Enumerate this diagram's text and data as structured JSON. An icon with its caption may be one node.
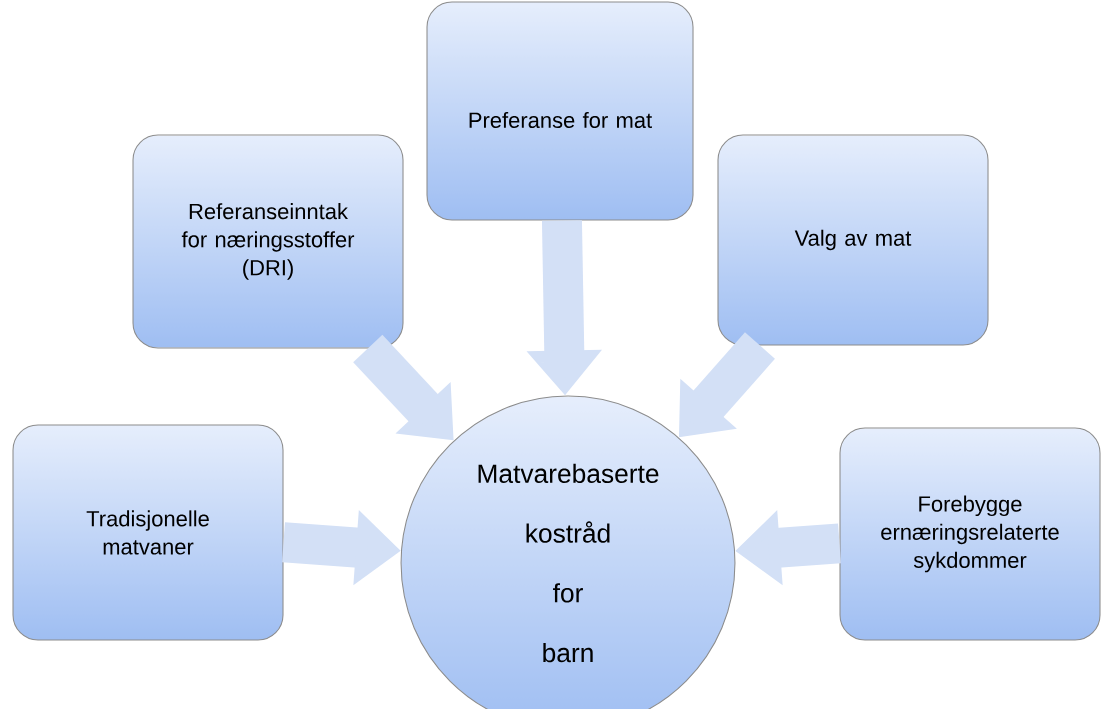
{
  "diagram": {
    "nodes": [
      {
        "text": [
          "Preferanse for mat"
        ]
      },
      {
        "text": [
          "Referanseinntak for næringsstoffer (DRI)"
        ]
      },
      {
        "text": [
          "Valg av mat"
        ]
      },
      {
        "text": [
          "Tradisjonelle matvaner"
        ]
      },
      {
        "text": [
          "Matvarebaserte kostråd for barn"
        ]
      },
      {
        "text": [
          "Forebygge ernæringsrelaterte sykdommer"
        ]
      }
    ],
    "edges": [
      {
        "from": 0,
        "to": 4,
        "arrow": "to"
      },
      {
        "from": 1,
        "to": 4,
        "arrow": "to"
      },
      {
        "from": 2,
        "to": 4,
        "arrow": "to"
      },
      {
        "from": 3,
        "to": 4,
        "arrow": "to"
      },
      {
        "from": 5,
        "to": 4,
        "arrow": "to"
      }
    ]
  }
}
